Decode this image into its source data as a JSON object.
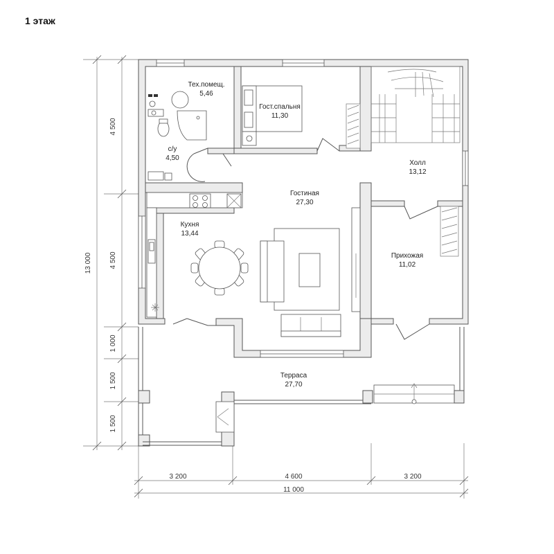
{
  "floor_title": "1 этаж",
  "rooms": [
    {
      "id": "tech",
      "name": "Тех.помещ.",
      "area": "5,46"
    },
    {
      "id": "bedroom",
      "name": "Гост.спальня",
      "area": "11,30"
    },
    {
      "id": "hall",
      "name": "Холл",
      "area": "13,12"
    },
    {
      "id": "bath",
      "name": "с/у",
      "area": "4,50"
    },
    {
      "id": "living",
      "name": "Гостиная",
      "area": "27,30"
    },
    {
      "id": "kitchen",
      "name": "Кухня",
      "area": "13,44"
    },
    {
      "id": "entry",
      "name": "Прихожая",
      "area": "11,02"
    },
    {
      "id": "terrace",
      "name": "Терраса",
      "area": "27,70"
    }
  ],
  "dimensions": {
    "left": [
      "4 500",
      "4 500",
      "13 000",
      "1 000",
      "1 500",
      "1 500"
    ],
    "bottom": [
      "3 200",
      "4 600",
      "3 200"
    ],
    "total": "11 000"
  },
  "colors": {
    "wall_fill": "#ececec",
    "line": "#555555"
  }
}
